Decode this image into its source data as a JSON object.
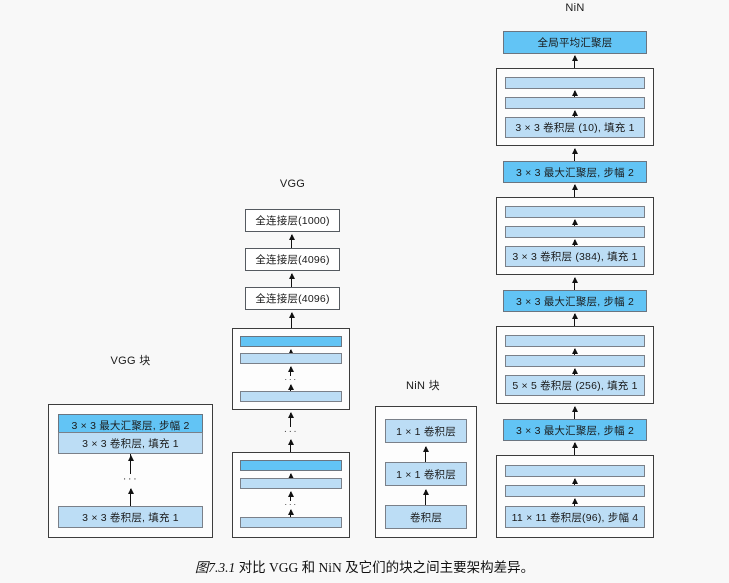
{
  "figure": {
    "caption_label": "图7.3.1",
    "caption_text": "对比 VGG 和 NiN 及它们的块之间主要架构差异。",
    "background_color": "#f8f8f8",
    "accent_blue_dark": "#62c4f5",
    "accent_blue_light": "#bcddf5",
    "border_gray": "#7a8089",
    "box_border": "#3d3d3d"
  },
  "columns": {
    "vgg_block": {
      "title": "VGG 块",
      "nodes": [
        {
          "label": "3 × 3 最大汇聚层, 步幅 2",
          "style": "blue-dark"
        },
        {
          "label": "3 × 3 卷积层, 填充 1",
          "style": "blue-light"
        },
        {
          "label": "3 × 3 卷积层, 填充 1",
          "style": "blue-light"
        }
      ],
      "ellipsis": "···"
    },
    "vgg": {
      "title": "VGG",
      "fc_nodes": [
        {
          "label": "全连接层(1000)",
          "style": "plain"
        },
        {
          "label": "全连接层(4096)",
          "style": "plain"
        },
        {
          "label": "全连接层(4096)",
          "style": "plain"
        }
      ],
      "block_bars": [
        "blue-dark",
        "blue-light",
        "blue-light"
      ],
      "ellipsis": "···"
    },
    "nin_block": {
      "title": "NiN 块",
      "nodes": [
        {
          "label": "1 × 1 卷积层",
          "style": "blue-light"
        },
        {
          "label": "1 × 1 卷积层",
          "style": "blue-light"
        },
        {
          "label": "卷积层",
          "style": "blue-light"
        }
      ]
    },
    "nin": {
      "title": "NiN",
      "stack": [
        {
          "kind": "node",
          "label": "全局平均汇聚层",
          "style": "blue-dark"
        },
        {
          "kind": "group",
          "bars": 2,
          "label": "3 × 3 卷积层 (10), 填充 1"
        },
        {
          "kind": "node",
          "label": "3 × 3 最大汇聚层, 步幅 2",
          "style": "blue-dark"
        },
        {
          "kind": "group",
          "bars": 2,
          "label": "3 × 3 卷积层 (384), 填充 1"
        },
        {
          "kind": "node",
          "label": "3 × 3 最大汇聚层, 步幅 2",
          "style": "blue-dark"
        },
        {
          "kind": "group",
          "bars": 2,
          "label": "5 × 5 卷积层 (256), 填充 1"
        },
        {
          "kind": "node",
          "label": "3 × 3 最大汇聚层, 步幅 2",
          "style": "blue-dark"
        },
        {
          "kind": "group",
          "bars": 2,
          "label": "11 × 11 卷积层(96), 步幅 4"
        }
      ]
    }
  }
}
